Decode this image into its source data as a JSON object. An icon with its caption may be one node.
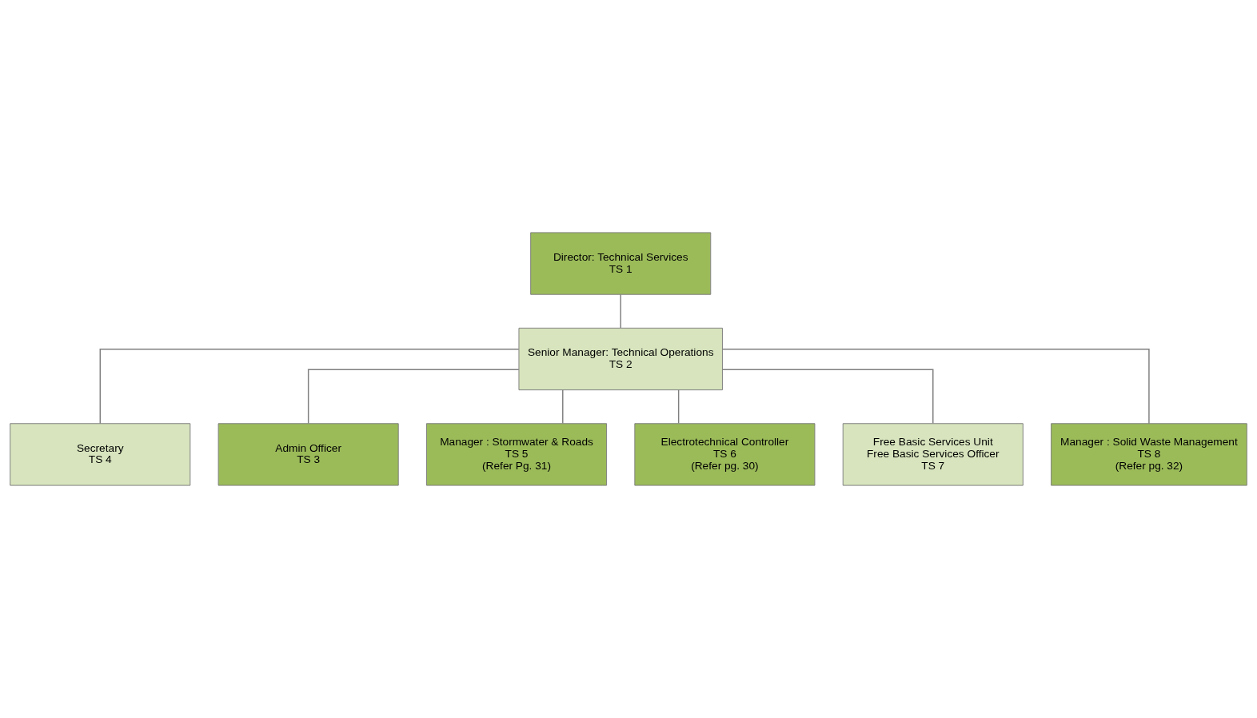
{
  "diagram": {
    "nodes": [
      {
        "text": [
          "Director: Technical Services",
          "TS 1"
        ]
      },
      {
        "text": [
          "Senior Manager: Technical Operations",
          "TS 2"
        ]
      },
      {
        "text": [
          "Secretary",
          "TS 4"
        ]
      },
      {
        "text": [
          "Admin Officer",
          "TS 3"
        ]
      },
      {
        "text": [
          "Manager : Stormwater & Roads",
          "TS 5",
          "(Refer Pg. 31)"
        ]
      },
      {
        "text": [
          "Electrotechnical Controller",
          "TS 6",
          "(Refer pg. 30)"
        ]
      },
      {
        "text": [
          "Free Basic Services Unit",
          "Free Basic Services Officer",
          "TS 7"
        ]
      },
      {
        "text": [
          "Manager : Solid Waste Management",
          "TS 8",
          "(Refer pg. 32)"
        ]
      }
    ],
    "edges": [
      {
        "from": 0,
        "to": 1,
        "arrow": "none"
      },
      {
        "from": 1,
        "to": 2,
        "arrow": "none"
      },
      {
        "from": 1,
        "to": 3,
        "arrow": "none"
      },
      {
        "from": 1,
        "to": 4,
        "arrow": "none"
      },
      {
        "from": 1,
        "to": 5,
        "arrow": "none"
      },
      {
        "from": 1,
        "to": 6,
        "arrow": "none"
      },
      {
        "from": 1,
        "to": 7,
        "arrow": "none"
      }
    ]
  }
}
